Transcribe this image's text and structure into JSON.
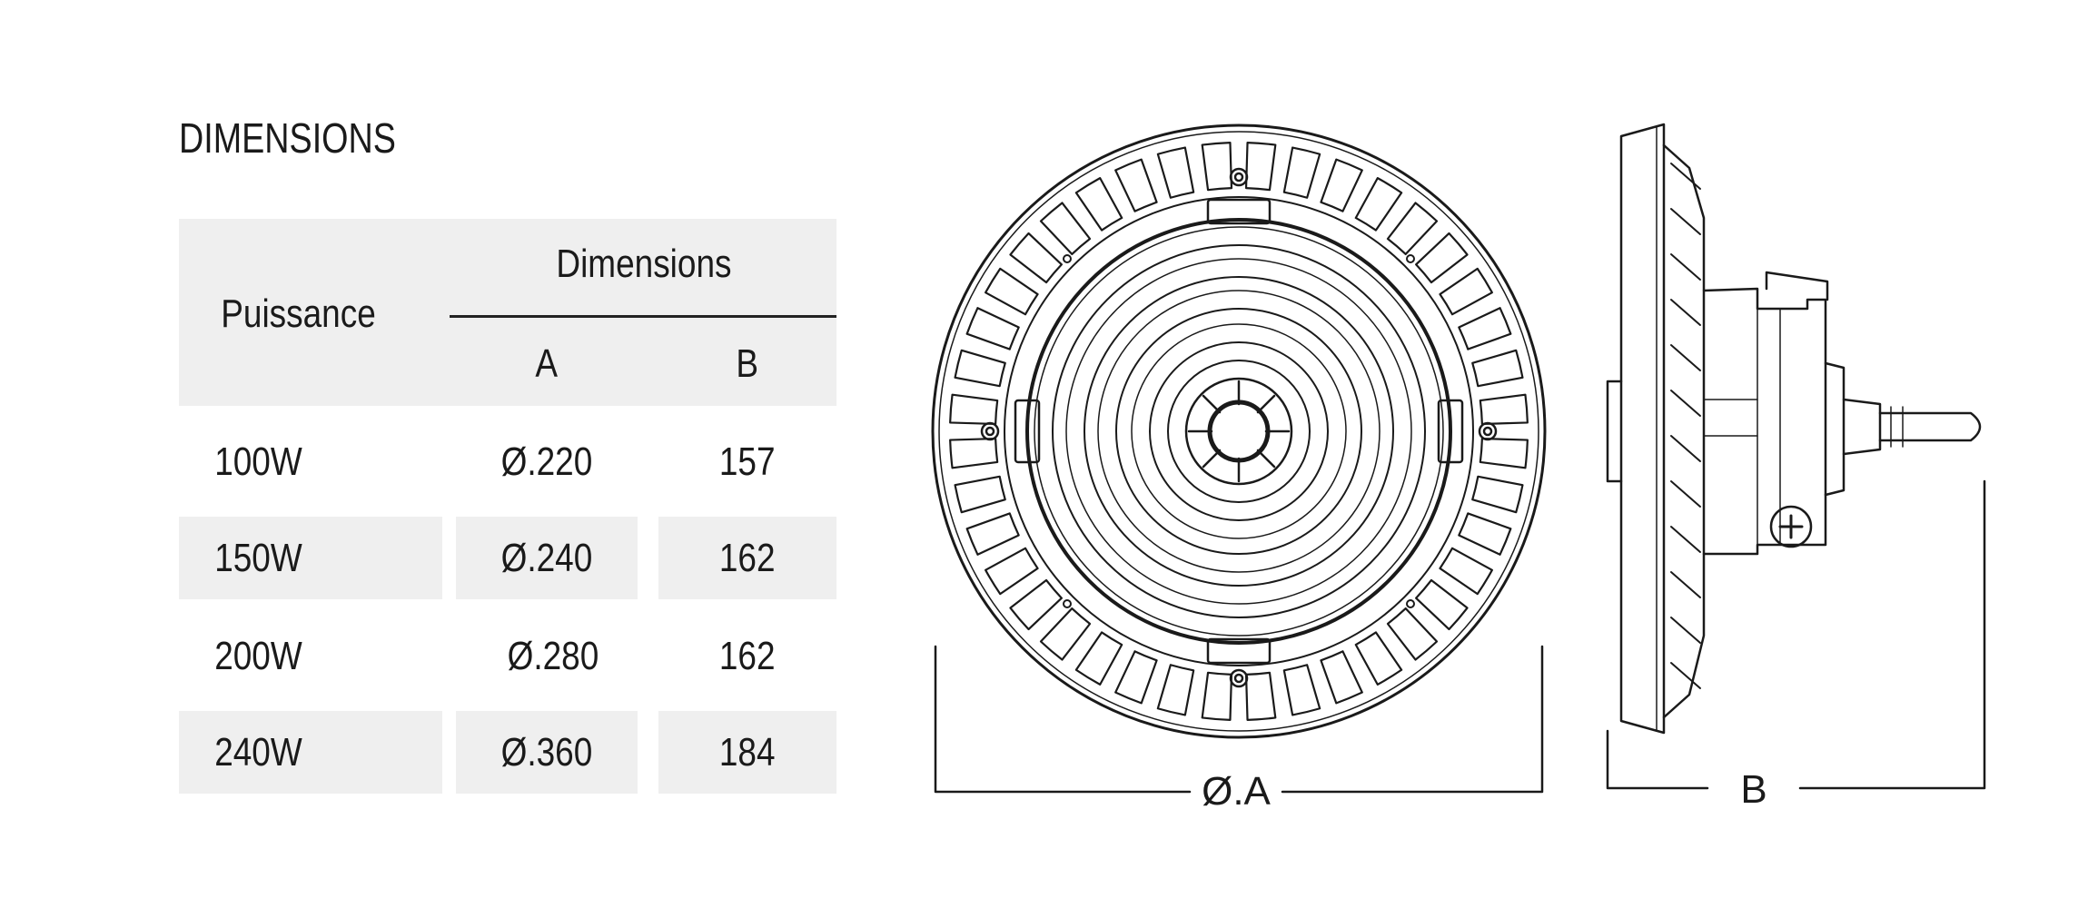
{
  "section_title": "DIMENSIONS",
  "table": {
    "header": {
      "power_label": "Puissance",
      "group_label": "Dimensions",
      "col_a": "A",
      "col_b": "B"
    },
    "rows": [
      {
        "power": "100W",
        "a": "Ø.220",
        "b": "157"
      },
      {
        "power": "150W",
        "a": "Ø.240",
        "b": "162"
      },
      {
        "power": "200W",
        "a": "Ø.280",
        "b": "162"
      },
      {
        "power": "240W",
        "a": "Ø.360",
        "b": "184"
      }
    ]
  },
  "drawing": {
    "front_dimension_label": "Ø.A",
    "side_dimension_label": "B",
    "line_color": "#1a1a1a",
    "shade_color": "#efefef"
  }
}
